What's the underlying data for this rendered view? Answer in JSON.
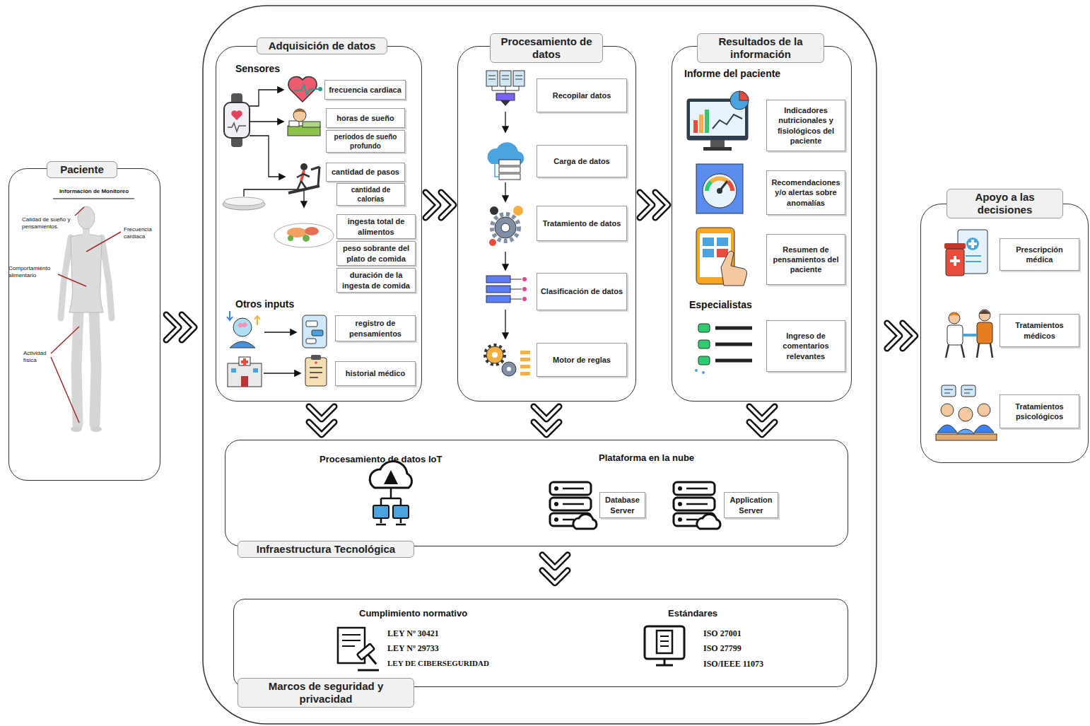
{
  "diagram": {
    "nodes": [
      {
        "text": [
          "Paciente"
        ]
      },
      {
        "text": [
          "Adquisición de datos"
        ]
      },
      {
        "text": [
          "frecuencia cardiaca"
        ],
        "in": 1
      },
      {
        "text": [
          "horas de sueño"
        ],
        "in": 1
      },
      {
        "text": [
          "periodos de sueño profundo"
        ],
        "in": 1
      },
      {
        "text": [
          "cantidad de pasos"
        ],
        "in": 1
      },
      {
        "text": [
          "cantidad de calorías"
        ],
        "in": 1
      },
      {
        "text": [
          "ingesta total de alimentos"
        ],
        "in": 1
      },
      {
        "text": [
          "peso sobrante del plato de comida"
        ],
        "in": 1
      },
      {
        "text": [
          "duración de la ingesta de comida"
        ],
        "in": 1
      },
      {
        "text": [
          "registro de pensamientos"
        ],
        "in": 1
      },
      {
        "text": [
          "historial médico"
        ],
        "in": 1
      },
      {
        "text": [
          "Procesamiento de datos"
        ]
      },
      {
        "text": [
          "Recopilar datos"
        ],
        "in": 12
      },
      {
        "text": [
          "Carga de datos"
        ],
        "in": 12
      },
      {
        "text": [
          "Tratamiento de datos"
        ],
        "in": 12
      },
      {
        "text": [
          "Clasificación de datos"
        ],
        "in": 12
      },
      {
        "text": [
          "Motor de reglas"
        ],
        "in": 12
      },
      {
        "text": [
          "Resultados de la información"
        ]
      },
      {
        "text": [
          "Indicadores nutricionales y fisiológicos del paciente"
        ],
        "in": 18
      },
      {
        "text": [
          "Recomendaciones y/o alertas sobre anomalías"
        ],
        "in": 18
      },
      {
        "text": [
          "Resumen de pensamientos del paciente"
        ],
        "in": 18
      },
      {
        "text": [
          "Ingreso de comentarios relevantes"
        ],
        "in": 18
      },
      {
        "text": [
          "Infraestructura Tecnológica"
        ]
      },
      {
        "text": [
          "Database Server"
        ],
        "in": 23
      },
      {
        "text": [
          "Application Server"
        ],
        "in": 23
      },
      {
        "text": [
          "Marcos de seguridad y privacidad"
        ]
      },
      {
        "text": [
          "Apoyo a las decisiones"
        ]
      },
      {
        "text": [
          "Prescripción médica"
        ],
        "in": 27
      },
      {
        "text": [
          "Tratamientos médicos"
        ],
        "in": 27
      },
      {
        "text": [
          "Tratamientos psicológicos"
        ],
        "in": 27
      }
    ],
    "edges": [
      {
        "from": 0,
        "to": 1,
        "arrow": "to"
      },
      {
        "from": 1,
        "to": 12,
        "arrow": "to"
      },
      {
        "from": 12,
        "to": 18,
        "arrow": "to"
      },
      {
        "from": 18,
        "to": 27,
        "arrow": "to"
      },
      {
        "from": 1,
        "to": 23,
        "arrow": "to"
      },
      {
        "from": 12,
        "to": 23,
        "arrow": "to"
      },
      {
        "from": 18,
        "to": 23,
        "arrow": "to"
      },
      {
        "from": 23,
        "to": 26,
        "arrow": "to"
      }
    ],
    "labels": [
      "Información de Monitoreo",
      "Calidad de sueño y pensamientos.",
      "Frecuencia cardiaca",
      "Comportamiento alimentario",
      "Actividad física",
      "Sensores",
      "Otros inputs",
      "Informe del paciente",
      "Especialistas",
      "Procesamiento de datos IoT",
      "Plataforma en la nube",
      "Cumplimiento normativo",
      "LEY Nº 30421",
      "LEY Nº 29733",
      "LEY DE CIBERSEGURIDAD",
      "Estándares",
      "ISO 27001",
      "ISO 27799",
      "ISO/IEEE 11073"
    ]
  }
}
